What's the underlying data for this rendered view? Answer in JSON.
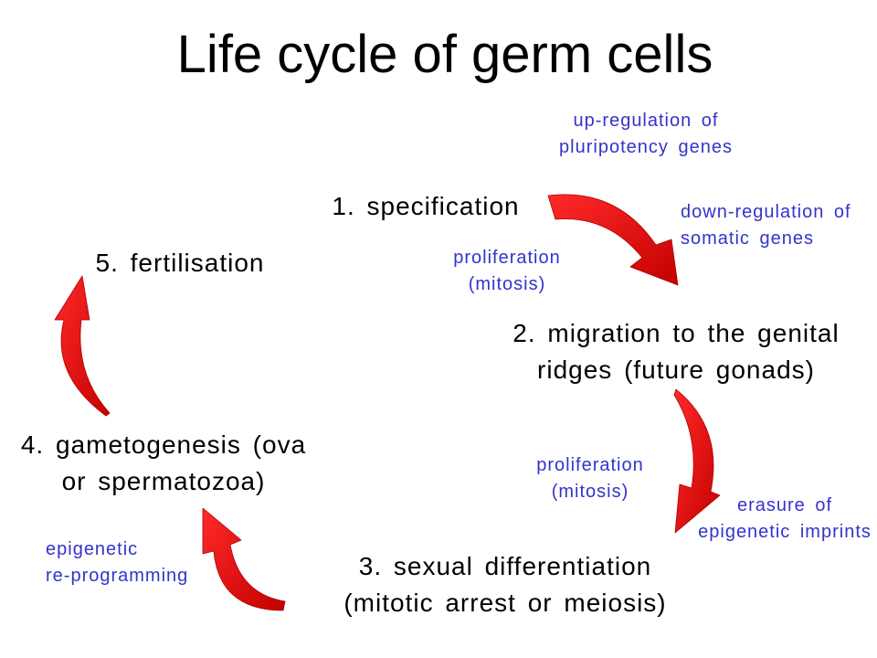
{
  "title": "Life cycle of germ cells",
  "stages": [
    {
      "lines": [
        "1. specification"
      ]
    },
    {
      "lines": [
        "2. migration to the genital",
        "ridges (future gonads)"
      ]
    },
    {
      "lines": [
        "3. sexual differentiation",
        "(mitotic arrest or meiosis)"
      ]
    },
    {
      "lines": [
        "4. gametogenesis (ova",
        "or spermatozoa)"
      ]
    },
    {
      "lines": [
        "5. fertilisation"
      ]
    }
  ],
  "annotations": {
    "pluripotency": {
      "lines": [
        "up-regulation of",
        "pluripotency genes"
      ]
    },
    "somatic": {
      "lines": [
        "down-regulation of",
        "somatic genes"
      ]
    },
    "proliferation_1": {
      "lines": [
        "proliferation",
        "(mitosis)"
      ]
    },
    "proliferation_2": {
      "lines": [
        "proliferation",
        "(mitosis)"
      ]
    },
    "imprints": {
      "lines": [
        "erasure of",
        "epigenetic imprints"
      ]
    },
    "reprogramming": {
      "lines": [
        "epigenetic",
        "re-programming"
      ]
    }
  },
  "colors": {
    "background": "#ffffff",
    "title_text": "#000000",
    "stage_text": "#000000",
    "annotation_text": "#3333cc",
    "arrow_light": "#ff2a2a",
    "arrow_dark": "#c40000"
  }
}
